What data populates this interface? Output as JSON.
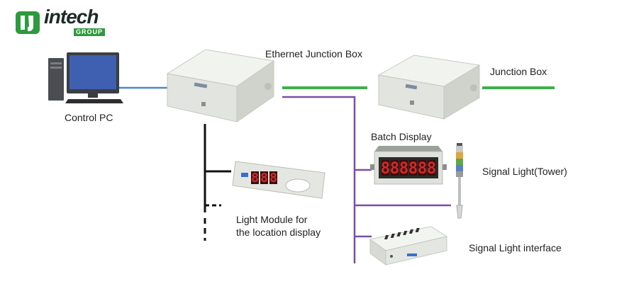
{
  "brand": {
    "name": "intech",
    "group": "GROUP",
    "colors": {
      "green": "#2e9a3e",
      "dark": "#1e2a26"
    }
  },
  "labels": {
    "control_pc": "Control PC",
    "ethernet_junction_box": "Ethernet Junction Box",
    "junction_box": "Junction Box",
    "batch_display": "Batch Display",
    "signal_light_tower": "Signal Light(Tower)",
    "light_module_line1": "Light Module for",
    "light_module_line2": "the location display",
    "signal_light_interface": "Signal Light interface"
  },
  "batch_display_digits": [
    "8",
    "8",
    "8",
    "8",
    "8",
    "8"
  ],
  "light_module_digits": [
    "8",
    "8",
    "8"
  ],
  "line_colors": {
    "ethernet": "#4f86c6",
    "network": "#3cb04a",
    "bus": "#7a4fa6",
    "module_bus": "#111111"
  },
  "device_colors": {
    "box_body": "#e5e8e3",
    "led_red": "#d42a2a",
    "pc_screen": "#3f5fb0"
  }
}
